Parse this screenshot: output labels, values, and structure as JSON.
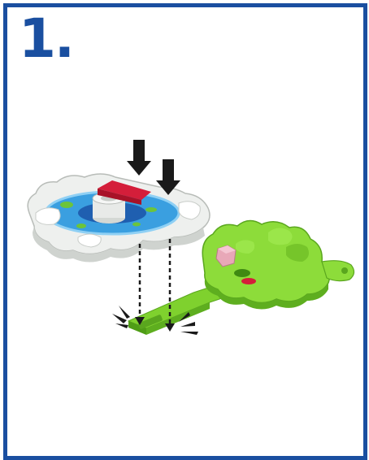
{
  "instruction": {
    "step_number": "1."
  },
  "colors": {
    "frame_border": "#1a4fa0",
    "step_number": "#1a4fa0",
    "green_base": "#7fd12e",
    "white_piece": "#eef0ee",
    "water": "#3a9fe0",
    "red_accent": "#d41e3a",
    "arrows": "#1a1a1a"
  },
  "illustration": {
    "pieces": [
      "white-island-piece",
      "green-base-piece"
    ],
    "icons": [
      "down-arrow-icon",
      "down-arrow-icon",
      "snap-click-lines-icon",
      "snap-click-lines-icon"
    ]
  }
}
